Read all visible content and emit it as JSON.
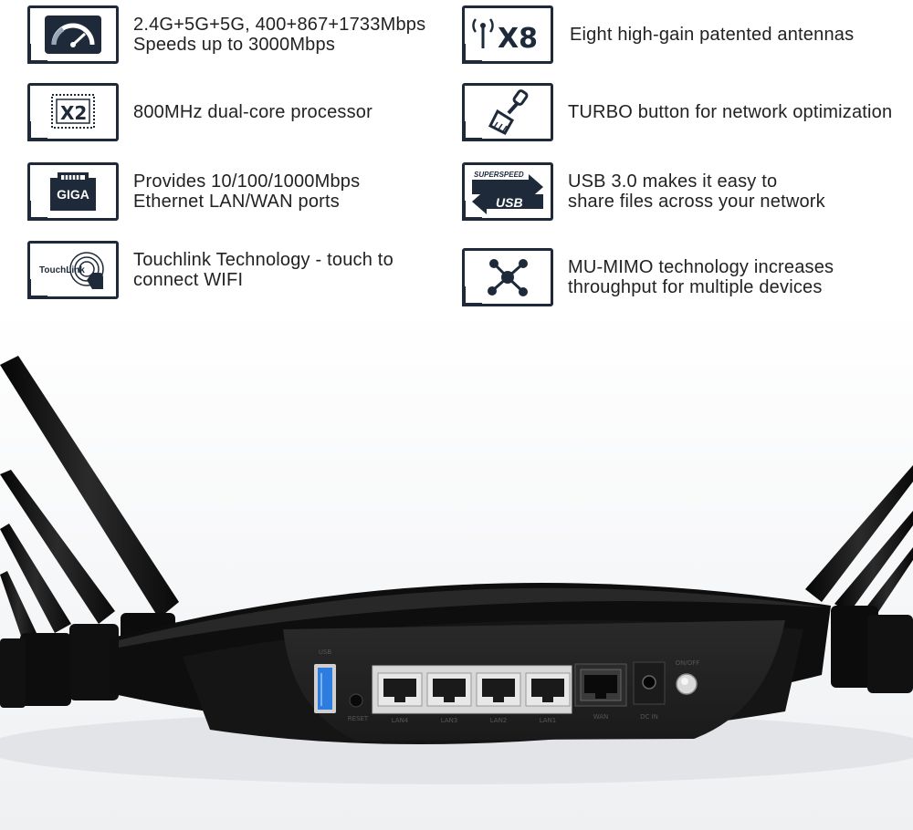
{
  "features": [
    {
      "icon": "speedometer-icon",
      "lines": [
        "2.4G+5G+5G, 400+867+1733Mbps",
        "Speeds up to 3000Mbps"
      ]
    },
    {
      "icon": "antenna-x8-icon",
      "icon_text": "X8",
      "lines": [
        "Eight high-gain patented antennas"
      ]
    },
    {
      "icon": "processor-x2-icon",
      "icon_text": "X2",
      "lines": [
        "800MHz dual-core processor"
      ]
    },
    {
      "icon": "turbo-brush-icon",
      "lines": [
        "TURBO button for network optimization"
      ]
    },
    {
      "icon": "giga-port-icon",
      "icon_text": "GIGA",
      "lines": [
        "Provides 10/100/1000Mbps",
        "Ethernet LAN/WAN ports"
      ]
    },
    {
      "icon": "superspeed-usb-icon",
      "icon_text": [
        "SUPERSPEED",
        "USB"
      ],
      "lines": [
        "USB 3.0 makes it easy to",
        "share files across your network"
      ]
    },
    {
      "icon": "touchlink-icon",
      "icon_text": "TouchLink",
      "lines": [
        "Touchlink Technology - touch to",
        "connect WIFI"
      ]
    },
    {
      "icon": "mu-mimo-network-icon",
      "lines": [
        "MU-MIMO technology increases",
        "throughput for multiple devices"
      ]
    }
  ],
  "router": {
    "usb_label": "USB",
    "reset_label": "RESET",
    "port_labels": [
      "LAN4",
      "LAN3",
      "LAN2",
      "LAN1",
      "WAN"
    ],
    "dc_label": "DC IN",
    "power_label": "ON/OFF"
  },
  "colors": {
    "icon_border": "#1e2a3a",
    "router_body": "#111111",
    "usb_port": "#2d7de0"
  }
}
